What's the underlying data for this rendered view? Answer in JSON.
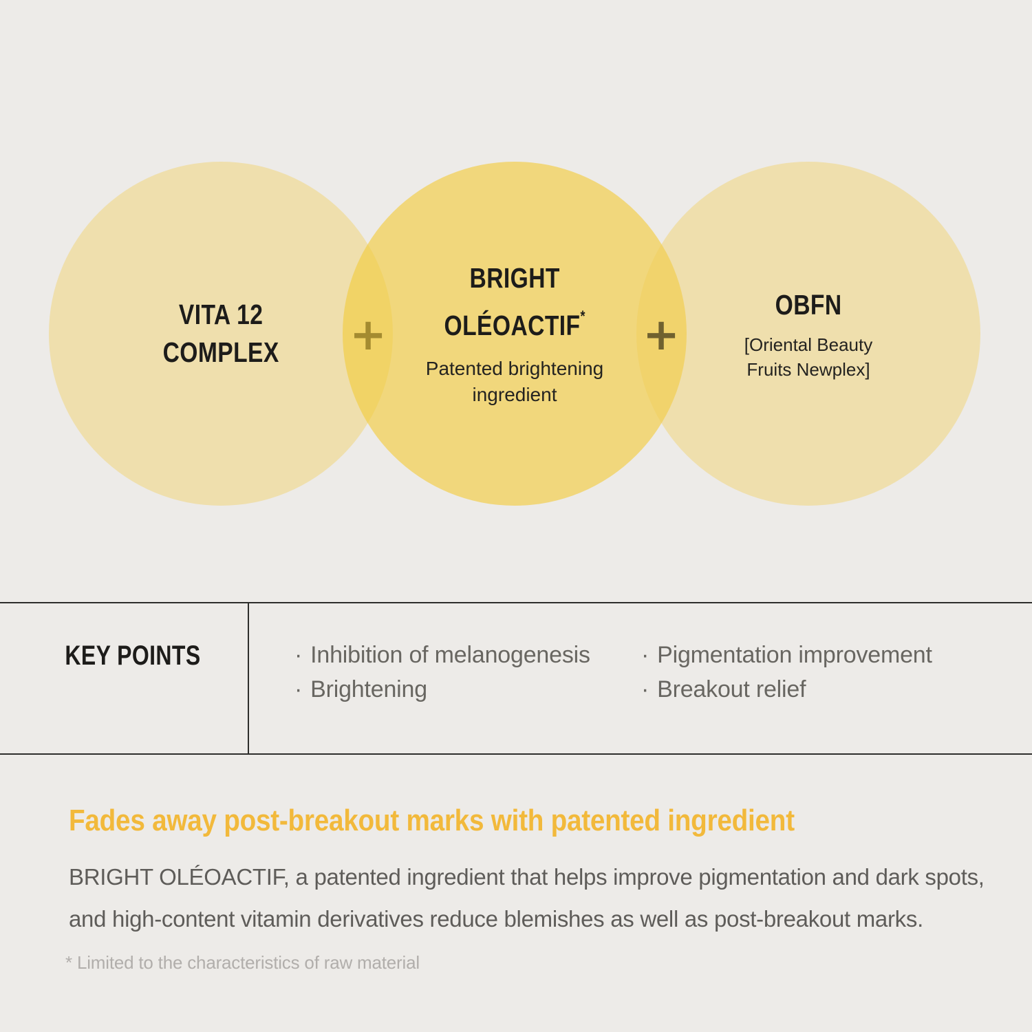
{
  "colors": {
    "background": "#EDEBE8",
    "circle_outer": "rgba(242,205,85,0.40)",
    "circle_middle": "rgba(243,203,62,0.64)",
    "accent_gold": "#F2B93B",
    "table_border": "#2D2D2B",
    "title_text": "#1D1C1A",
    "body_gray": "#5E5C59",
    "keypoint_gray": "#686661",
    "footnote_gray": "#B1AEAB"
  },
  "venn": {
    "plus": "+",
    "circles": [
      {
        "title_lines": [
          "VITA 12",
          "COMPLEX"
        ]
      },
      {
        "title_lines": [
          "BRIGHT",
          "OLÉOACTIF"
        ],
        "asterisk": "*",
        "subtitle_lines": [
          "Patented brightening",
          "ingredient"
        ]
      },
      {
        "title_lines": [
          "OBFN"
        ],
        "subtitle_lines": [
          "[Oriental Beauty",
          "Fruits Newplex]"
        ]
      }
    ]
  },
  "key_points": {
    "header": "KEY POINTS",
    "bullet": "·",
    "columns": [
      {
        "items": [
          "Inhibition of melanogenesis",
          "Brightening"
        ]
      },
      {
        "items": [
          "Pigmentation improvement",
          "Breakout relief"
        ]
      }
    ]
  },
  "description": {
    "headline": "Fades away post-breakout marks with patented ingredient",
    "body_lines": [
      "BRIGHT OLÉOACTIF, a patented ingredient that helps improve pigmentation and dark spots,",
      "and high-content vitamin derivatives reduce blemishes as well as post-breakout marks."
    ],
    "footnote": "* Limited to the characteristics of raw material"
  }
}
